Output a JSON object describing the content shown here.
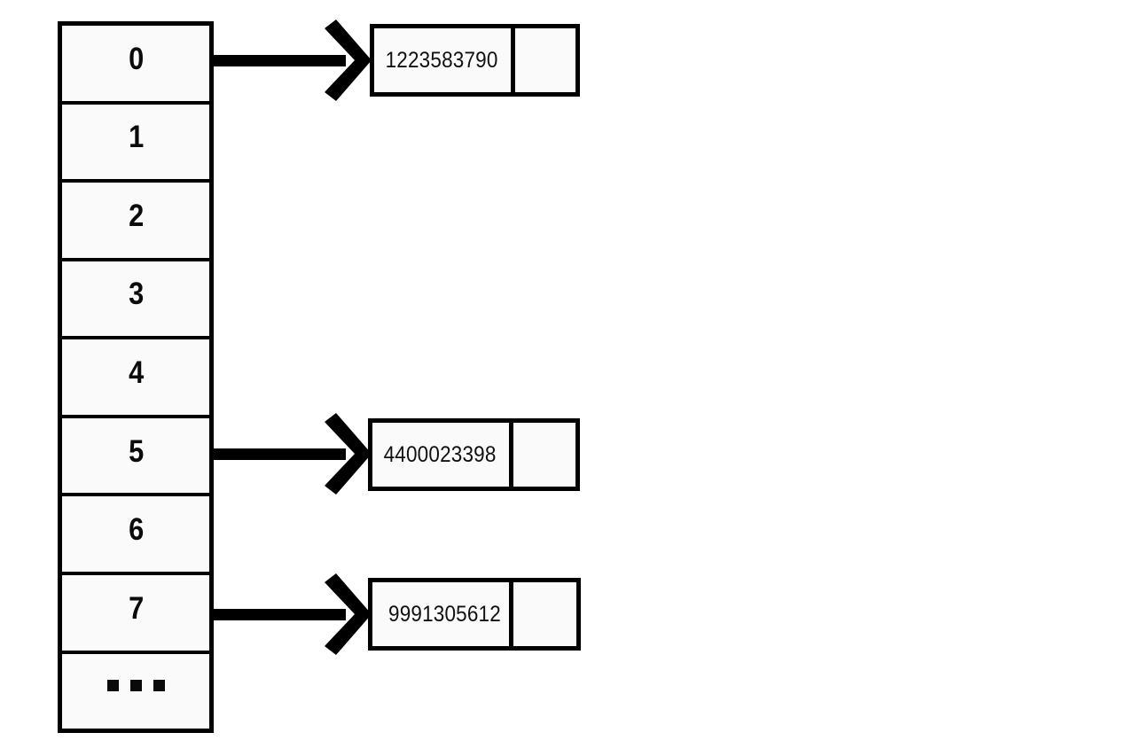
{
  "diagram": {
    "title": "hash-table-with-chaining",
    "background_color": "#ffffff",
    "stroke_color": "#000000",
    "cell_fill_color": "#fafafa"
  },
  "hash_table": {
    "name": "bucket-array",
    "slots": [
      {
        "label": "0",
        "has_arrow": true,
        "node_index": 0
      },
      {
        "label": "1",
        "has_arrow": false,
        "node_index": null
      },
      {
        "label": "2",
        "has_arrow": false,
        "node_index": null
      },
      {
        "label": "3",
        "has_arrow": false,
        "node_index": null
      },
      {
        "label": "4",
        "has_arrow": false,
        "node_index": null
      },
      {
        "label": "5",
        "has_arrow": true,
        "node_index": 1
      },
      {
        "label": "6",
        "has_arrow": false,
        "node_index": null
      },
      {
        "label": "7",
        "has_arrow": true,
        "node_index": 2
      },
      {
        "label": "...",
        "has_arrow": false,
        "node_index": null
      }
    ]
  },
  "nodes": [
    {
      "value": "1223583790",
      "next": ""
    },
    {
      "value": "4400023398",
      "next": ""
    },
    {
      "value": "9991305612",
      "next": ""
    }
  ],
  "arrows": [
    {
      "name": "arrow-slot-0-to-node-1",
      "from_slot": "0",
      "to_node": "1223583790"
    },
    {
      "name": "arrow-slot-5-to-node-2",
      "from_slot": "5",
      "to_node": "4400023398"
    },
    {
      "name": "arrow-slot-7-to-node-3",
      "from_slot": "7",
      "to_node": "9991305612"
    }
  ]
}
